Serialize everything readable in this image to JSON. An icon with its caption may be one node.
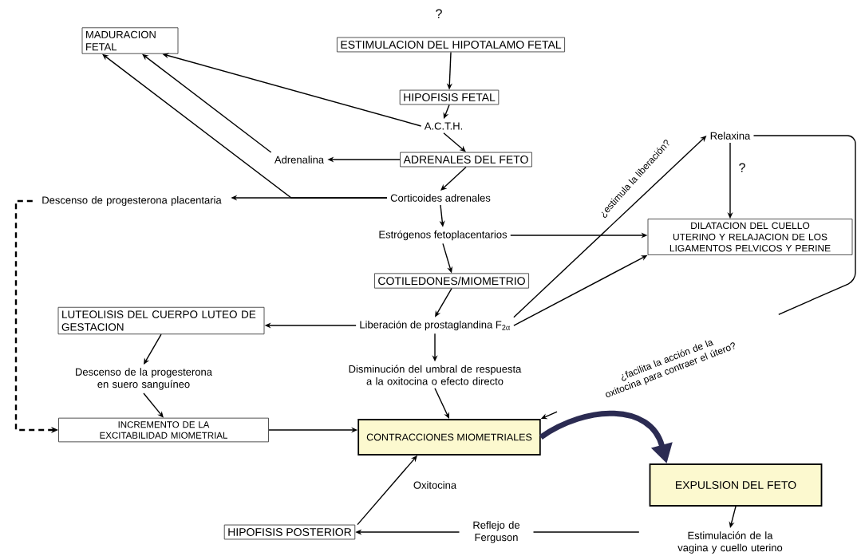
{
  "diagram": {
    "nodes": [
      {
        "text": [
          "MADURACION FETAL"
        ]
      },
      {
        "text": [
          "ESTIMULACION DEL HIPOTALAMO FETAL"
        ]
      },
      {
        "text": [
          "HIPOFISIS FETAL"
        ]
      },
      {
        "text": [
          "A.C.T.H."
        ]
      },
      {
        "text": [
          "Adrenalina"
        ]
      },
      {
        "text": [
          "ADRENALES DEL FETO"
        ]
      },
      {
        "text": [
          "Descenso de progesterona placentaria"
        ]
      },
      {
        "text": [
          "Corticoides adrenales"
        ]
      },
      {
        "text": [
          "Relaxina"
        ]
      },
      {
        "text": [
          "Estrógenos fetoplacentarios"
        ]
      },
      {
        "text": [
          "DILATACION DEL CUELLO UTERINO Y RELAJACION DE LOS LIGAMENTOS PELVICOS Y PERINE"
        ]
      },
      {
        "text": [
          "COTILEDONES/MIOMETRIO"
        ]
      },
      {
        "text": [
          "LUTEOLISIS DEL CUERPO LUTEO DE GESTACION"
        ]
      },
      {
        "text": [
          "Liberación de prostaglandina F$_{2α}$"
        ]
      },
      {
        "text": [
          "Disminución del umbral de respuesta a la oxitocina o efecto directo"
        ]
      },
      {
        "text": [
          "Descenso de la progesterona en suero sanguíneo"
        ]
      },
      {
        "text": [
          "INCREMENTO DE LA EXCITABILIDAD MIOMETRIAL"
        ]
      },
      {
        "text": [
          "CONTRACCIONES MIOMETRIALES"
        ]
      },
      {
        "text": [
          "EXPULSION DEL FETO"
        ]
      },
      {
        "text": [
          "HIPOFISIS POSTERIOR"
        ]
      },
      {
        "text": [
          "Estimulación de la vagina y cuello uterino"
        ]
      }
    ],
    "edges": [
      {
        "from": 1,
        "to": 2,
        "arrow": "to"
      },
      {
        "from": 2,
        "to": 3,
        "arrow": "to"
      },
      {
        "from": 3,
        "to": 5,
        "arrow": "to"
      },
      {
        "from": 3,
        "to": 0,
        "arrow": "to"
      },
      {
        "from": 5,
        "to": 4,
        "arrow": "to"
      },
      {
        "from": 4,
        "to": 0,
        "arrow": "to"
      },
      {
        "from": 5,
        "to": 7,
        "arrow": "to"
      },
      {
        "from": 7,
        "to": 6,
        "arrow": "to"
      },
      {
        "from": 7,
        "to": 0,
        "arrow": "to"
      },
      {
        "from": 6,
        "to": 16,
        "arrow": "to",
        "style": "dashed"
      },
      {
        "from": 7,
        "to": 9,
        "arrow": "to"
      },
      {
        "from": 9,
        "to": 10,
        "arrow": "to"
      },
      {
        "from": 9,
        "to": 11,
        "arrow": "to"
      },
      {
        "from": 11,
        "to": 13,
        "arrow": "to"
      },
      {
        "from": 13,
        "to": 12,
        "arrow": "to"
      },
      {
        "from": 13,
        "to": 8,
        "arrow": "to",
        "label": "¿estimula la liberación?"
      },
      {
        "from": 13,
        "to": 10,
        "arrow": "to"
      },
      {
        "from": 13,
        "to": 14,
        "arrow": "to"
      },
      {
        "from": 12,
        "to": 15,
        "arrow": "to"
      },
      {
        "from": 15,
        "to": 16,
        "arrow": "to"
      },
      {
        "from": 14,
        "to": 17,
        "arrow": "to"
      },
      {
        "from": 16,
        "to": 17,
        "arrow": "to"
      },
      {
        "from": 8,
        "to": 10,
        "arrow": "to",
        "label": "?"
      },
      {
        "from": 8,
        "to": 17,
        "arrow": "to",
        "label": "¿facilita la acción de la oxitocina para contraer el útero?"
      },
      {
        "from": 17,
        "to": 18,
        "arrow": "to",
        "style": "thick",
        "color": "#2b2b52"
      },
      {
        "from": 18,
        "to": 20,
        "arrow": "to"
      },
      {
        "from": 20,
        "to": 19,
        "arrow": "to",
        "label": "Reflejo de Ferguson"
      },
      {
        "from": 19,
        "to": 17,
        "arrow": "to",
        "label": "Oxitocina"
      }
    ],
    "labels": [
      "?"
    ]
  }
}
